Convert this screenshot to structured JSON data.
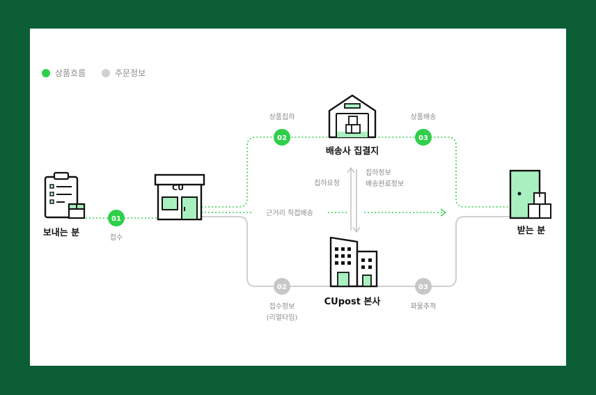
{
  "legend": {
    "product_flow": "상품흐름",
    "order_info": "주문정보"
  },
  "nodes": {
    "sender": "보내는 분",
    "cu_store_sign": "CU",
    "hub": "배송사 집결지",
    "hq": "CUpost 본사",
    "receiver": "받는 분"
  },
  "steps": {
    "accept": {
      "num": "01",
      "label": "접수"
    },
    "pickup": {
      "num": "02",
      "label": "상품집하"
    },
    "delivery": {
      "num": "03",
      "label": "상품배송"
    },
    "accept_info": {
      "num": "02",
      "label_line1": "접수정보",
      "label_line2": "(리얼타임)"
    },
    "tracking": {
      "num": "03",
      "label": "화물추적"
    }
  },
  "annotations": {
    "pickup_request": "집하요청",
    "pickup_info": "집하정보",
    "delivery_done_info": "배송완료정보",
    "direct_delivery": "근거리 직접배송"
  },
  "colors": {
    "outer_background": "#0b5e36",
    "card_background": "#ffffff",
    "product_flow": "#2fcf4a",
    "order_info": "#c7c7c7",
    "icon_fill": "#a8f0c0",
    "icon_stroke": "#111111"
  }
}
